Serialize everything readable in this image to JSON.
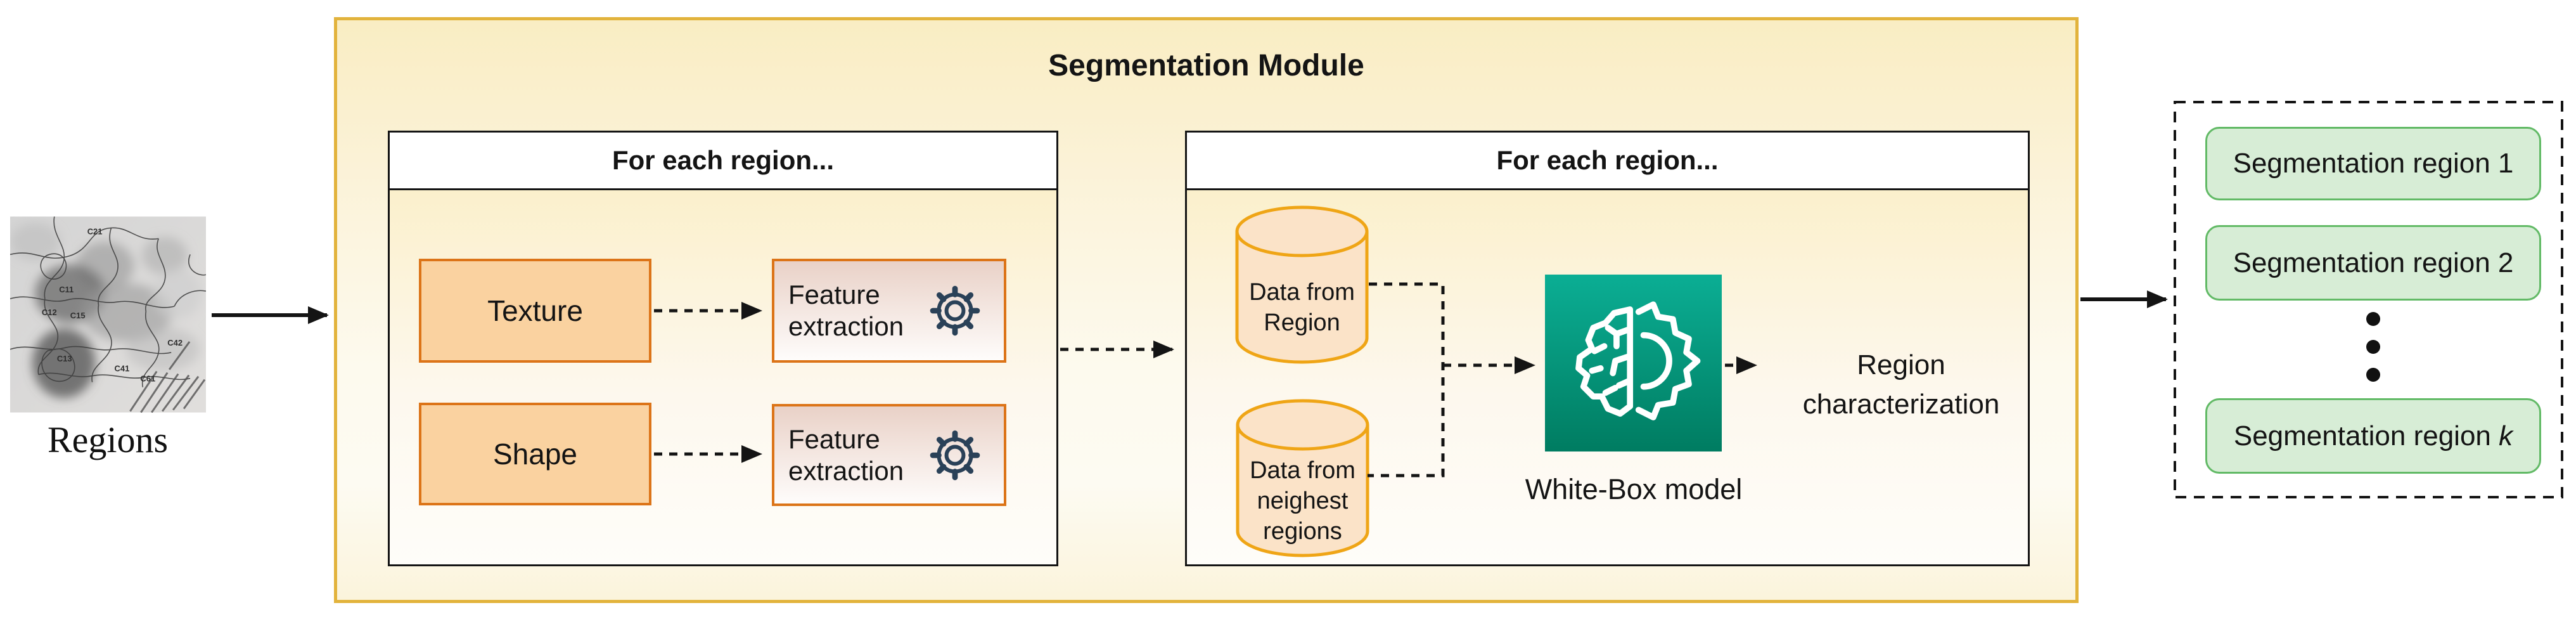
{
  "input_figure": {
    "caption": "Regions",
    "region_labels": [
      "C21",
      "C11",
      "C12",
      "C15",
      "C13",
      "C42",
      "C41",
      "C61"
    ]
  },
  "module": {
    "title": "Segmentation Module",
    "feature_panel": {
      "header": "For each region...",
      "texture_label": "Texture",
      "shape_label": "Shape",
      "feature_extraction_label": "Feature extraction"
    },
    "model_panel": {
      "header": "For each region...",
      "db_region_label": "Data from\nRegion",
      "db_neighbors_label": "Data from\nneighest\nregions",
      "model_label": "White-Box model",
      "result_label": "Region\ncharacterization"
    }
  },
  "output_panel": {
    "items": [
      {
        "text": "Segmentation region",
        "index": "1"
      },
      {
        "text": "Segmentation region",
        "index": "2"
      },
      {
        "text": "Segmentation region",
        "index": "k"
      }
    ]
  },
  "colors": {
    "module_border": "#E2B33C",
    "box_orange_fill": "#FAD2A0",
    "box_orange_border": "#DC7418",
    "cylinder_fill": "#FBE3C8",
    "cylinder_border": "#EFA516",
    "green_fill": "#D7EDD6",
    "green_border": "#62BA66",
    "teal_top": "#0BAE94",
    "teal_bottom": "#007C61",
    "gear": "#2A4158",
    "line": "#141414"
  }
}
